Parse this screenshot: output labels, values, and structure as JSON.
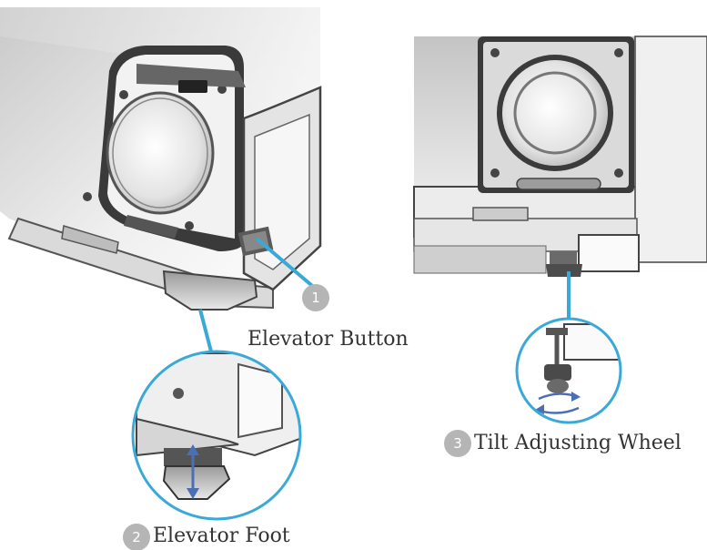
{
  "callouts": [
    {
      "number": "1",
      "label": "Elevator Button"
    },
    {
      "number": "2",
      "label": "Elevator Foot"
    },
    {
      "number": "3",
      "label": "Tilt Adjusting Wheel"
    }
  ],
  "colors": {
    "leader_line": "#3aa9d8",
    "badge_fill": "#b5b5b5",
    "label_text": "#333333",
    "arrow": "#4a6fb5"
  }
}
